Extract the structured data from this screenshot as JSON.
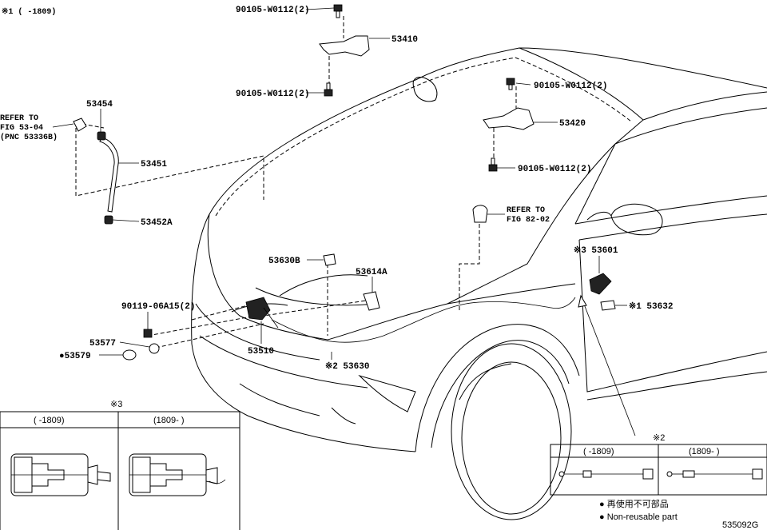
{
  "header_note": "※1 (    -1809)",
  "footer_code": "535092G",
  "legend": {
    "jp": "● 再使用不可部品",
    "en": "● Non-reusable part"
  },
  "inset3": {
    "mark": "※3",
    "left_range": "(    -1809)",
    "right_range": "(1809-    )"
  },
  "inset2": {
    "mark": "※2",
    "left_range": "(    -1809)",
    "right_range": "(1809-    )"
  },
  "labels": {
    "p90105_top1": "90105-W0112(2)",
    "p53410": "53410",
    "p90105_top2": "90105-W0112(2)",
    "p90105_r1": "90105-W0112(2)",
    "p53420": "53420",
    "p90105_r2": "90105-W0112(2)",
    "p53454": "53454",
    "refer_53_l1": "REFER TO",
    "refer_53_l2": "FIG 53-04",
    "refer_53_l3": "(PNC 53336B)",
    "p53451": "53451",
    "p53452A": "53452A",
    "refer_82_l1": "REFER TO",
    "refer_82_l2": "FIG 82-02",
    "p53630B": "53630B",
    "p53614A": "53614A",
    "p53601": "※3 53601",
    "p53632": "※1 53632",
    "p90119": "90119-06A15(2)",
    "p53577": "53577",
    "p53579": "●53579",
    "p53510": "53510",
    "p53630": "※2 53630"
  }
}
